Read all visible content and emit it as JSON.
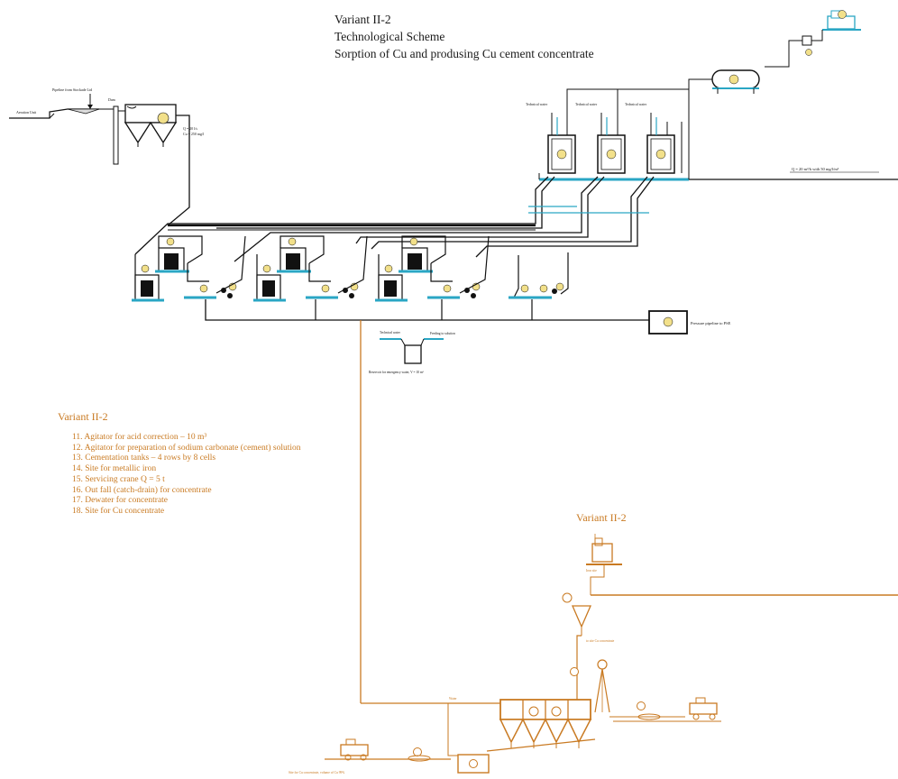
{
  "title": {
    "line1": "Variant II-2",
    "line2": "Technological Scheme",
    "line3": "Sorption of Cu and produsing Cu cement concentrate"
  },
  "legend": {
    "heading": "Variant II-2",
    "items": [
      "11. Agitator for acid correction – 10 m³",
      "12. Agitator for preparation of sodium carbonate (cement) solution",
      "13. Cementation tanks – 4 rows by 8 cells",
      "14. Site for metallic iron",
      "15. Servicing crane Q = 5 t",
      "16. Out fall (catch-drain) for concentrate",
      "17. Dewater for concentrate",
      "18. Site for Cu concentrate"
    ]
  },
  "labels": {
    "variant_lower": "Variant II-2",
    "pipeline_top": "Pipeline from Stockade Ltd",
    "aeration_unit": "Aeration Unit",
    "dam": "Dam",
    "flow_top": "Q = 20 m³/h with 50 mg/l/m³",
    "pressure_pipeline": "Pressure pipeline to PSE",
    "technical_water": "Technical water",
    "technical_water_2": "Technical water",
    "technical_water_3": "Technical water",
    "technical_water_4": "Technical water",
    "feeding_to_solution": "Feeding to solution",
    "reservoir_note": "Reservoir for emergency water, V = 10 m³",
    "concentrate_note": "Site for Cu concentrate, volume of Cu 99%",
    "water_label": "Water"
  },
  "colors": {
    "line": "#111111",
    "accent_cyan": "#2aa6c4",
    "orange": "#c97a22",
    "badge_fill": "#f2e08a"
  }
}
